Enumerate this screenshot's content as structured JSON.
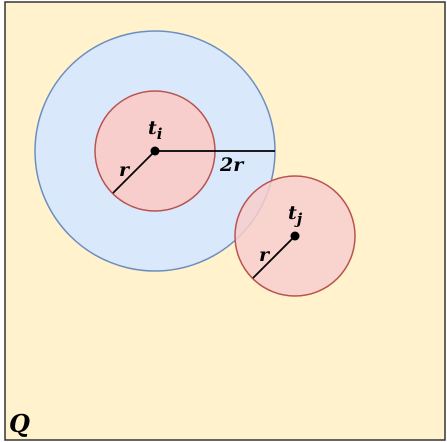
{
  "region_label": "Q",
  "circle_i": {
    "center_label": "t",
    "center_subscript": "i",
    "radius_label": "r",
    "outer_radius_label": "2r"
  },
  "circle_j": {
    "center_label": "t",
    "center_subscript": "j",
    "radius_label": "r"
  },
  "colors": {
    "background": "#fff2cc",
    "border": "#333333",
    "outer_fill": "#dae8fc",
    "outer_stroke": "#6c8ebf",
    "inner_fill": "#f8cecc",
    "inner_stroke": "#b85450"
  }
}
